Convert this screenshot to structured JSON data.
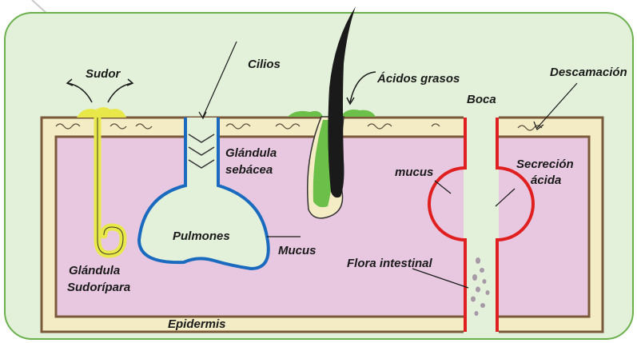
{
  "labels": {
    "sudor": "Sudor",
    "cilios": "Cilios",
    "acidos_grasos": "Ácidos grasos",
    "boca": "Boca",
    "descamacion": "Descamación",
    "glandula_sebacea_1": "Glándula",
    "glandula_sebacea_2": "sebácea",
    "mucus_right": "mucus",
    "secrecion_1": "Secreción",
    "secrecion_2": "ácida",
    "pulmones": "Pulmones",
    "mucus_left": "Mucus",
    "flora": "Flora intestinal",
    "glandula_sudoripara_1": "Glándula",
    "glandula_sudoripara_2": "Sudorípara",
    "epidermis": "Epidermis"
  },
  "colors": {
    "panel_bg": "#e3f1da",
    "panel_border": "#6ab04c",
    "epidermis": "#f4ecc4",
    "dermis": "#e8c8e0",
    "outline": "#7a5a3a",
    "sweat_gland": "#e8e84a",
    "lung_outline": "#1a6bbf",
    "mouth_outline": "#e02020",
    "fatty_acid": "#6cc04a",
    "hair": "#1a1a1a",
    "flora_dots": "#a899a8"
  }
}
